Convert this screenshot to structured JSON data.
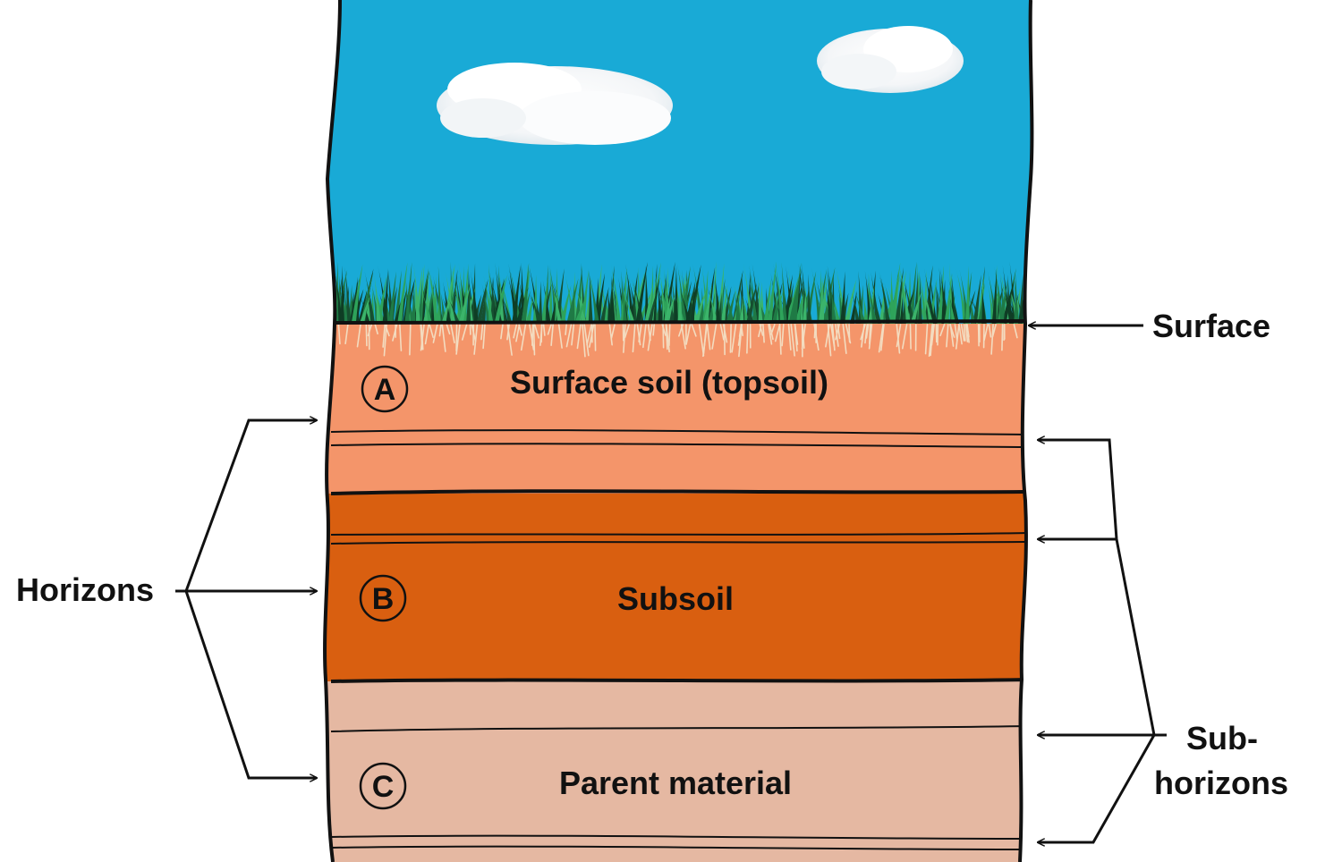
{
  "colors": {
    "sky": "#19aad6",
    "grass_dark": "#0f3d25",
    "grass_mid": "#1f7a45",
    "grass_light": "#2ea35a",
    "roots": "#f3dcc0",
    "horizon_a": "#f4956a",
    "horizon_b": "#d95f10",
    "horizon_c": "#e5b8a2",
    "outline": "#111111"
  },
  "layers": {
    "a": {
      "letter": "A",
      "label": "Surface soil (topsoil)"
    },
    "b": {
      "letter": "B",
      "label": "Subsoil"
    },
    "c": {
      "letter": "C",
      "label": "Parent material"
    }
  },
  "annotations": {
    "surface": "Surface",
    "horizons": "Horizons",
    "subhorizons_line1": "Sub-",
    "subhorizons_line2": "horizons"
  }
}
